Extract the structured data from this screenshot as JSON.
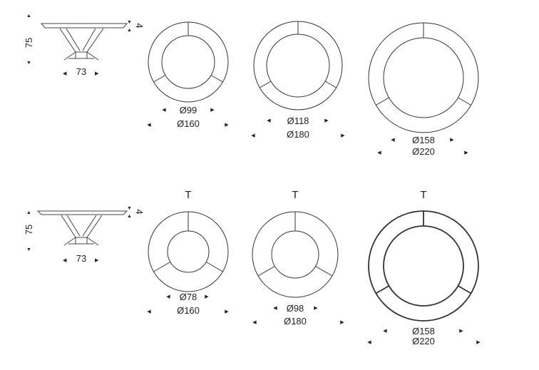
{
  "side_views": [
    {
      "height": "75",
      "width": "73",
      "thickness": "4"
    },
    {
      "height": "75",
      "width": "73",
      "thickness": "4"
    }
  ],
  "tables": [
    {
      "inner": "Ø99",
      "outer": "Ø160",
      "label": ""
    },
    {
      "inner": "Ø118",
      "outer": "Ø180",
      "label": ""
    },
    {
      "inner": "Ø158",
      "outer": "Ø220",
      "label": ""
    },
    {
      "inner": "Ø78",
      "outer": "Ø160",
      "label": "T"
    },
    {
      "inner": "Ø98",
      "outer": "Ø180",
      "label": "T"
    },
    {
      "inner": "Ø158",
      "outer": "Ø220",
      "label": "T"
    }
  ]
}
